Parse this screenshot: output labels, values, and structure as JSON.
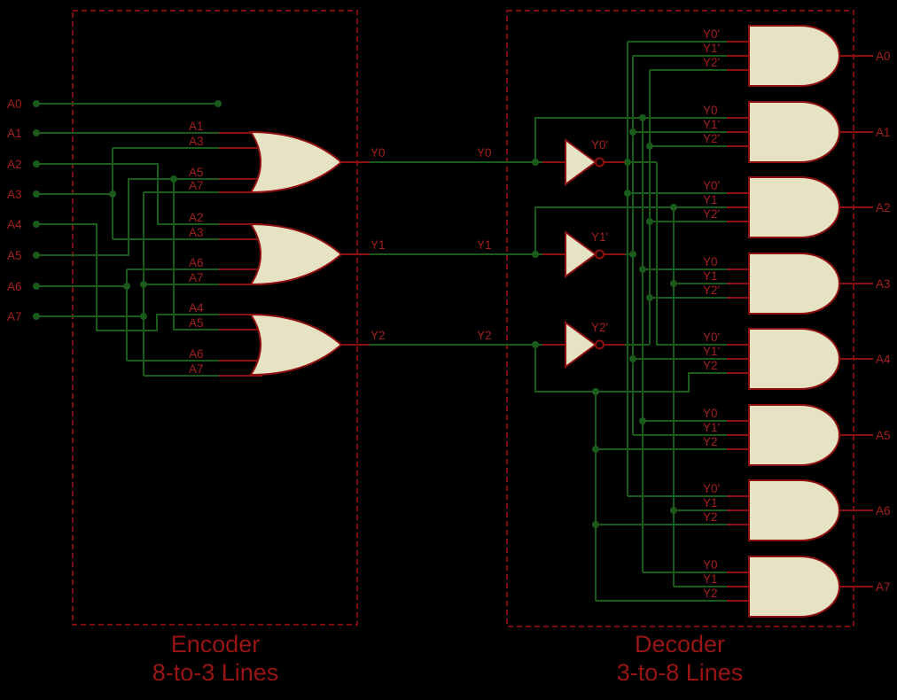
{
  "colors": {
    "bg": "#000000",
    "wire": "#1a5a1a",
    "pin": "#8e0f0f",
    "label": "#a32020",
    "title": "#991414",
    "border": "#a81212",
    "gatefill": "#e6e2c4"
  },
  "encoder": {
    "title_line1": "Encoder",
    "title_line2": "8-to-3 Lines",
    "inputs": [
      "A0",
      "A1",
      "A2",
      "A3",
      "A4",
      "A5",
      "A6",
      "A7"
    ],
    "or_gates": [
      {
        "output": "Y0",
        "inputs": [
          "A1",
          "A3",
          "A5",
          "A7"
        ]
      },
      {
        "output": "Y1",
        "inputs": [
          "A2",
          "A3",
          "A6",
          "A7"
        ]
      },
      {
        "output": "Y2",
        "inputs": [
          "A4",
          "A5",
          "A6",
          "A7"
        ]
      }
    ]
  },
  "decoder": {
    "title_line1": "Decoder",
    "title_line2": "3-to-8 Lines",
    "bus_labels": [
      "Y0",
      "Y1",
      "Y2"
    ],
    "inverters": [
      {
        "label": "Y0'"
      },
      {
        "label": "Y1'"
      },
      {
        "label": "Y2'"
      }
    ],
    "and_gates": [
      {
        "output": "A0",
        "inputs": [
          "Y0'",
          "Y1'",
          "Y2'"
        ]
      },
      {
        "output": "A1",
        "inputs": [
          "Y0",
          "Y1'",
          "Y2'"
        ]
      },
      {
        "output": "A2",
        "inputs": [
          "Y0'",
          "Y1",
          "Y2'"
        ]
      },
      {
        "output": "A3",
        "inputs": [
          "Y0",
          "Y1",
          "Y2'"
        ]
      },
      {
        "output": "A4",
        "inputs": [
          "Y0'",
          "Y1'",
          "Y2"
        ]
      },
      {
        "output": "A5",
        "inputs": [
          "Y0",
          "Y1'",
          "Y2"
        ]
      },
      {
        "output": "A6",
        "inputs": [
          "Y0'",
          "Y1",
          "Y2"
        ]
      },
      {
        "output": "A7",
        "inputs": [
          "Y0",
          "Y1",
          "Y2"
        ]
      }
    ]
  }
}
